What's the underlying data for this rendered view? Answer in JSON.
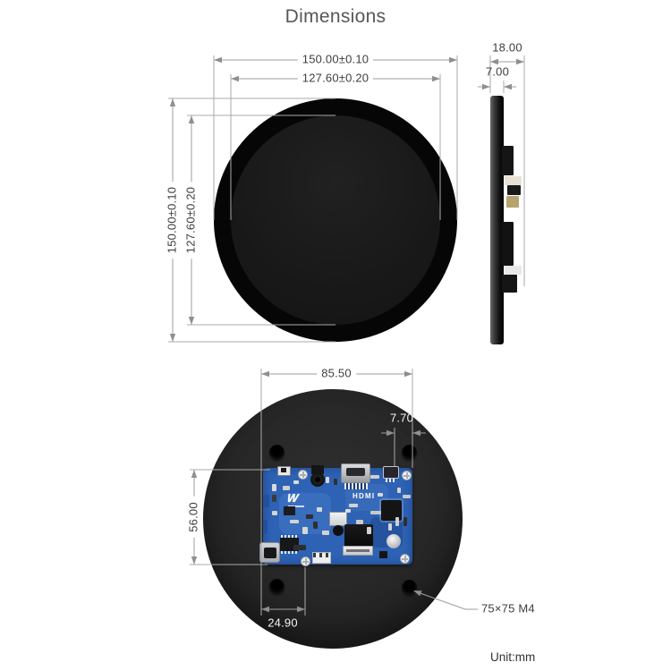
{
  "title": "Dimensions",
  "unit_note": "Unit:mm",
  "front_view": {
    "outer_diameter_h": "150.00±0.10",
    "display_diameter_h": "127.60±0.20",
    "outer_diameter_v": "150.00±0.10",
    "display_diameter_v": "127.60±0.20"
  },
  "side_view": {
    "total_thickness": "18.00",
    "panel_thickness": "7.00"
  },
  "back_view": {
    "pcb_width": "85.50",
    "port_offset": "7.70",
    "pcb_height": "56.00",
    "hole_offset": "24.90",
    "mount_holes": "75×75 M4",
    "hdmi_label": "HDMI",
    "logo_mark": "W"
  },
  "colors": {
    "pcb_blue": "#2e62b4",
    "front_bezel": "#060606",
    "back_shell": "#272727",
    "dim_line": "#9e9e9e",
    "dim_text": "#3e3e40"
  }
}
